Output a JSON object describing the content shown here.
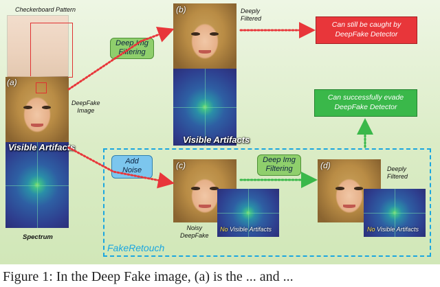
{
  "figure": {
    "checkerboard_label": "Checkerboard Pattern",
    "label_a": "(a)",
    "label_b": "(b)",
    "label_c": "(c)",
    "label_d": "(d)",
    "deepfake_image": [
      "DeepFake",
      "Image"
    ],
    "deeply_filtered_b": [
      "Deeply",
      "Filtered"
    ],
    "deeply_filtered_d": [
      "Deeply",
      "Filtered"
    ],
    "noisy_deepfake": [
      "Noisy",
      "DeepFake"
    ],
    "spectrum_label": "Spectrum",
    "visible_artifacts_a": "Visible Artifacts",
    "visible_artifacts_b": "Visible Artifacts",
    "no_visible_c": {
      "no": "No",
      "rest": " Visible Artifacts"
    },
    "no_visible_d": {
      "no": "No",
      "rest": " Visible Artifacts"
    },
    "op_deep_filter_1": [
      "Deep Img",
      "Filtering"
    ],
    "op_add_noise": [
      "Add",
      "Noise"
    ],
    "op_deep_filter_2": [
      "Deep Img",
      "Filtering"
    ],
    "red_box": [
      "Can still be caught by",
      "DeepFake Detector"
    ],
    "green_box": [
      "Can successfully evade",
      "DeepFake Detector"
    ],
    "fakeretouch_label": "FakeRetouch",
    "colors": {
      "red_box": "#e8363a",
      "green_box": "#3ab84a",
      "filter_pill": "#8fcf6c",
      "noise_pill": "#7cc6ee",
      "dashed_border": "#1aa6e0",
      "arrow_red": "#e8363a",
      "arrow_green": "#3ab84a",
      "fakeretouch_text": "#1aa6e0"
    }
  },
  "caption": "Figure 1: In the Deep Fake image, (a) is the ... and ..."
}
